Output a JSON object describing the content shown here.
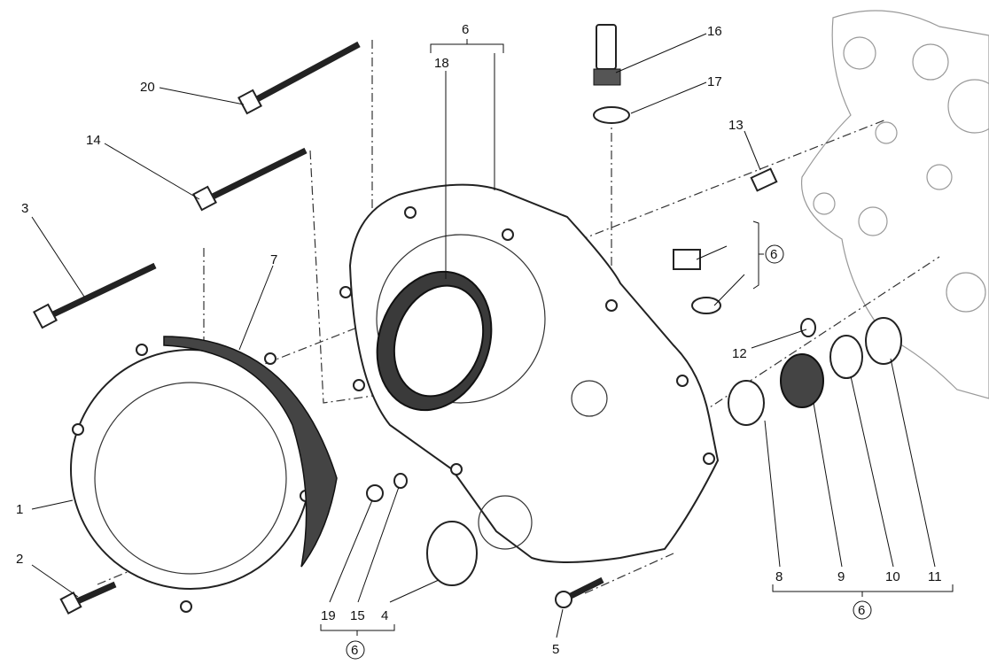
{
  "labels": {
    "p6_top": "6",
    "p18": "18",
    "p16": "16",
    "p17": "17",
    "p13": "13",
    "p20": "20",
    "p14": "14",
    "p3": "3",
    "p7": "7",
    "p6_right": "6",
    "p12": "12",
    "p1": "1",
    "p2": "2",
    "p19": "19",
    "p15": "15",
    "p4": "4",
    "p5": "5",
    "p8": "8",
    "p9": "9",
    "p10": "10",
    "p11": "11",
    "p6_bottom_left": "6",
    "p6_bottom_right": "6"
  }
}
